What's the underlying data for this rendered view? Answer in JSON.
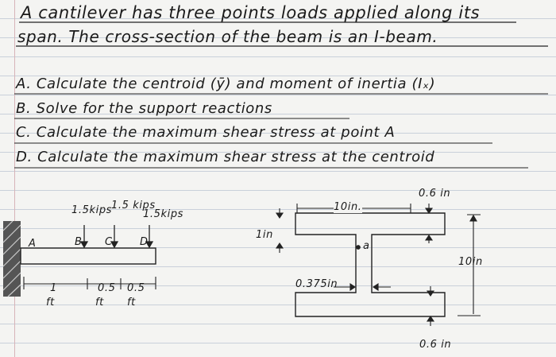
{
  "problem": {
    "line1": "A cantilever has three points loads applied along its",
    "line2": "span. The cross-section of the beam is an I-beam.",
    "question_a": "A. Calculate the centroid (ȳ) and moment of inertia (Iₓ)",
    "question_b": "B. Solve for the support reactions",
    "question_c": "C. Calculate the maximum shear stress at point A",
    "question_d": "D. Calculate the maximum shear stress at the centroid"
  },
  "beam": {
    "load_left": "1.5kips",
    "load_mid": "1.5 kips",
    "load_right": "1.5kips",
    "point_a": "A",
    "point_b": "B",
    "point_c": "C",
    "point_d": "D",
    "dim_1": "1",
    "dim_1_unit": "ft",
    "dim_2": "0.5",
    "dim_2_unit": "ft",
    "dim_3": "0.5",
    "dim_3_unit": "ft"
  },
  "section": {
    "flange_width": "10in.",
    "flange_thickness_top": "0.6 in",
    "web_height": "1in",
    "total_height": "10in",
    "web_thickness": "0.375in",
    "flange_thickness_bottom": "0.6 in",
    "point_a": "a"
  }
}
